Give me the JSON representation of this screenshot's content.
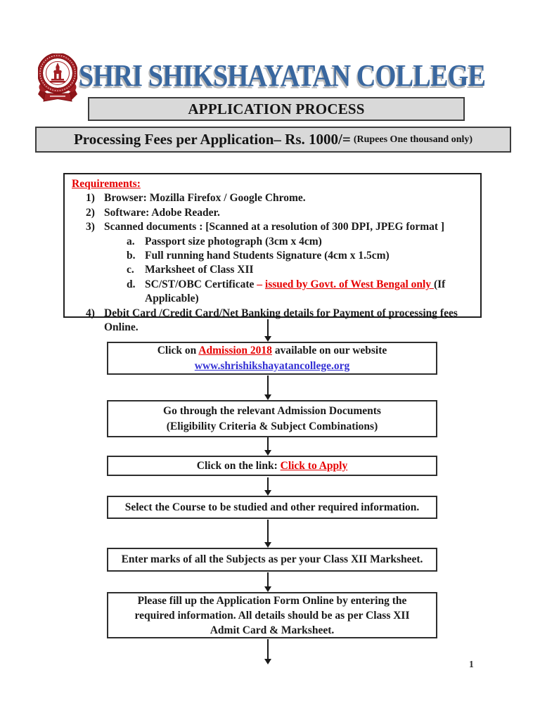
{
  "page": {
    "number": "1"
  },
  "header": {
    "college_name": "SHRI SHIKSHAYATAN COLLEGE",
    "banner": "APPLICATION PROCESS",
    "fees_main": "Processing Fees per Application– Rs. 1000/=",
    "fees_note": "(Rupees One thousand only)"
  },
  "requirements": {
    "heading": "Requirements:",
    "item1_num": "1)",
    "item1": "Browser: Mozilla Firefox / Google Chrome.",
    "item2_num": "2)",
    "item2": "Software: Adobe Reader.",
    "item3_num": "3)",
    "item3": "Scanned documents : [Scanned at a resolution of 300 DPI, JPEG format ]",
    "sub_a_num": "a.",
    "sub_a": "Passport size photograph (3cm x 4cm)",
    "sub_b_num": "b.",
    "sub_b": "Full running hand Students Signature (4cm x 1.5cm)",
    "sub_c_num": "c.",
    "sub_c": "Marksheet of Class XII",
    "sub_d_num": "d.",
    "sub_d_prefix": "SC/ST/OBC Certificate ",
    "sub_d_dash": "– ",
    "sub_d_link": "issued by Govt. of West Bengal only ",
    "sub_d_suffix": "(If Applicable)",
    "item4_num": "4)",
    "item4": "Debit Card /Credit Card/Net Banking details for Payment of processing fees Online."
  },
  "flow": {
    "step1_pre": "Click on ",
    "step1_link": "Admission 2018",
    "step1_post": " available on our website",
    "step1_url": "www.shrishikshayatancollege.org",
    "step2_line1": "Go through the relevant Admission Documents",
    "step2_line2": "(Eligibility Criteria & Subject Combinations)",
    "step3_pre": "Click on the link: ",
    "step3_link": "Click to Apply",
    "step4": "Select the Course to be studied and other required information.",
    "step5": "Enter marks of all the Subjects as per your Class XII Marksheet.",
    "step6": "Please fill up the Application Form Online by entering the required information. All details should be as per Class XII Admit Card & Marksheet."
  },
  "icons": {
    "logo": "college-crest-seal"
  },
  "colors": {
    "title_blue": "#39679f",
    "accent_red": "#e60000",
    "link_blue": "#3431d4",
    "banner_grey": "#d9d9d9",
    "crest_maroon": "#a32025"
  }
}
